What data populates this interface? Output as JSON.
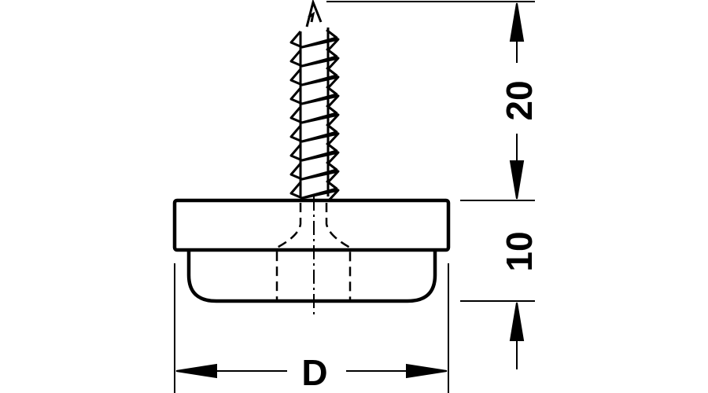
{
  "dimensions": {
    "screw_length": "20",
    "base_height": "10",
    "diameter": "D"
  },
  "colors": {
    "line": "#000000",
    "background": "#ffffff"
  }
}
